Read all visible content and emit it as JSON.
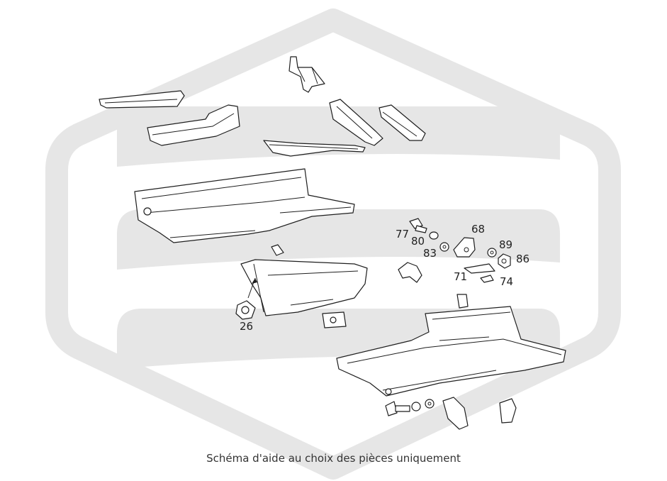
{
  "caption": "Schéma d'aide au choix des pièces uniquement",
  "watermark_color": "#e6e6e6",
  "line_color": "#1e1e1e",
  "labels": {
    "l26": "26",
    "l68": "68",
    "l71": "71",
    "l74": "74",
    "l77": "77",
    "l80": "80",
    "l83": "83",
    "l86": "86",
    "l89": "89"
  }
}
